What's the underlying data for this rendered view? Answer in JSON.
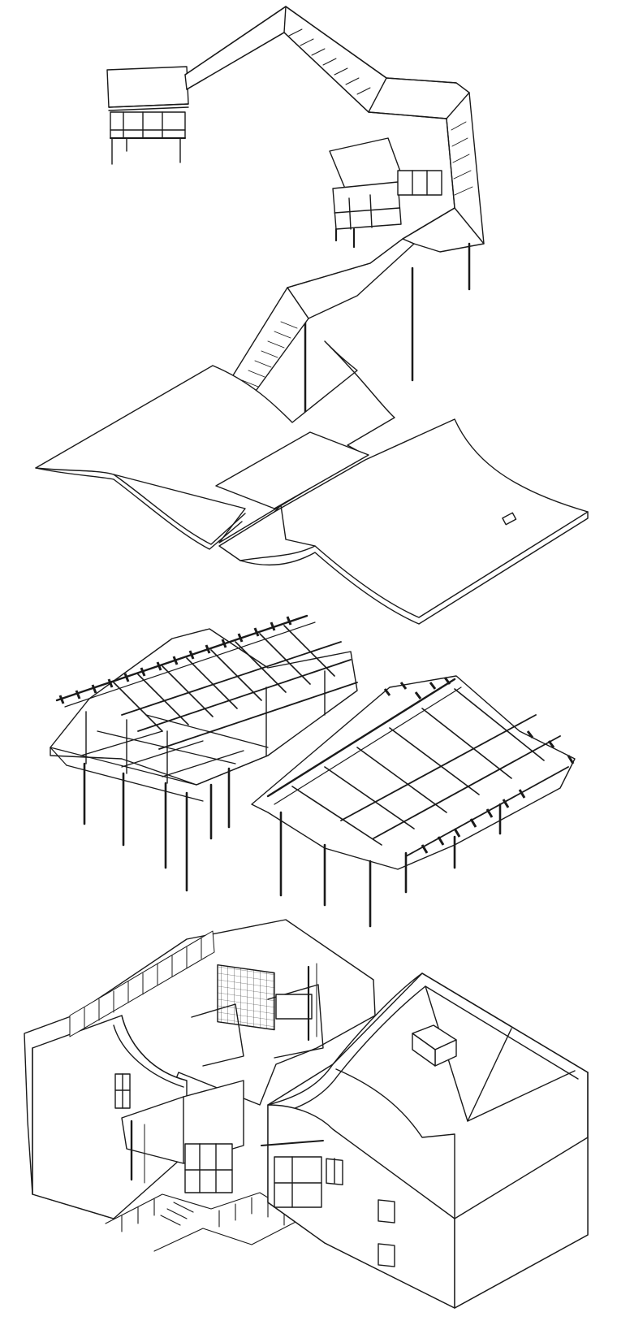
{
  "drawing": {
    "kind": "exploded isometric architectural line drawing",
    "colors": {
      "ink": "#1a1a1a",
      "paper": "#ffffff",
      "hatch": "#9a9a9a"
    },
    "layers": [
      {
        "id": "walkway-roof"
      },
      {
        "id": "timber-frame"
      },
      {
        "id": "building-shell"
      }
    ]
  }
}
